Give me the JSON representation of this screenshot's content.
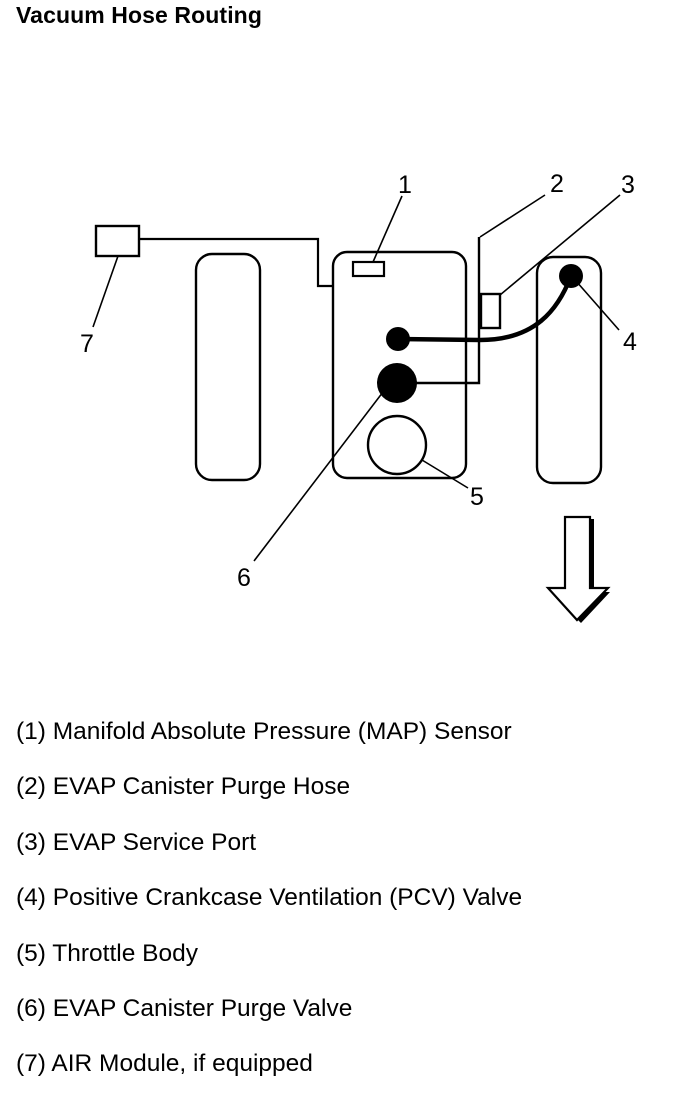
{
  "title": "Vacuum Hose Routing",
  "callouts": {
    "c1": "1",
    "c2": "2",
    "c3": "3",
    "c4": "4",
    "c5": "5",
    "c6": "6",
    "c7": "7"
  },
  "legend": [
    "(1) Manifold Absolute Pressure (MAP) Sensor",
    "(2) EVAP Canister Purge Hose",
    "(3) EVAP Service Port",
    "(4) Positive Crankcase Ventilation (PCV) Valve",
    "(5) Throttle Body",
    "(6) EVAP Canister Purge Valve",
    "(7) AIR Module, if equipped"
  ]
}
